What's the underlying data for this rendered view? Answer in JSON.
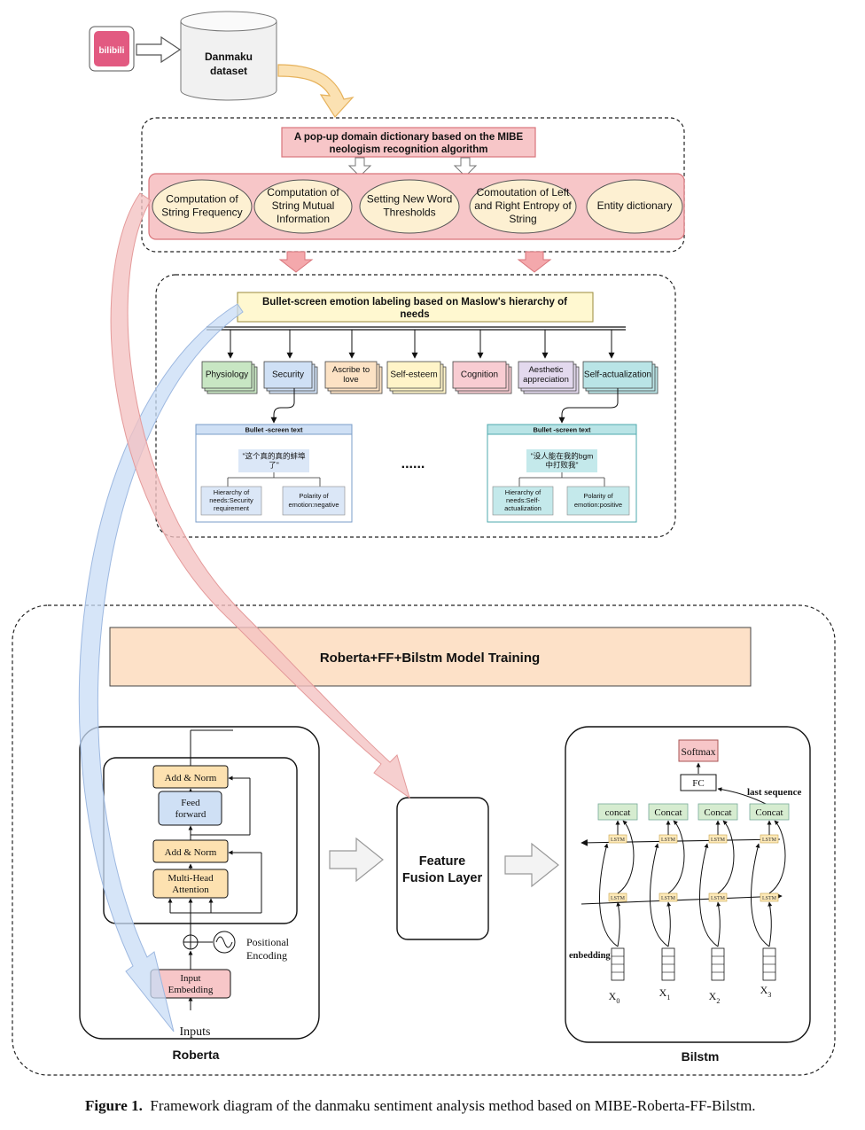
{
  "source": {
    "logo_text": "bilibili",
    "dataset_line1": "Danmaku",
    "dataset_line2": "dataset"
  },
  "mibe": {
    "title_line1": "A pop-up domain dictionary based on the MIBE",
    "title_line2": "neologism recognition algorithm",
    "steps": [
      {
        "lines": [
          "Computation of",
          "String Frequency"
        ]
      },
      {
        "lines": [
          "Computation of",
          "String Mutual",
          "Information"
        ]
      },
      {
        "lines": [
          "Setting New Word",
          "Thresholds"
        ]
      },
      {
        "lines": [
          "Comoutation of Left",
          "and Right Entropy of",
          "String"
        ]
      },
      {
        "lines": [
          "Entity dictionary"
        ]
      }
    ]
  },
  "labeling": {
    "title_line1": "Bullet-screen emotion labeling based on Maslow's hierarchy of",
    "title_line2": "needs",
    "needs": [
      {
        "lines": [
          "Physiology"
        ],
        "color": "#c8e6c3"
      },
      {
        "lines": [
          "Security"
        ],
        "color": "#cfe0f5"
      },
      {
        "lines": [
          "Ascribe to",
          "love"
        ],
        "color": "#fce2c4"
      },
      {
        "lines": [
          "Self-esteem"
        ],
        "color": "#fff4c8"
      },
      {
        "lines": [
          "Cognition"
        ],
        "color": "#f8ccd2"
      },
      {
        "lines": [
          "Aesthetic",
          "appreciation"
        ],
        "color": "#e3d9ee"
      },
      {
        "lines": [
          "Self-actualization"
        ],
        "color": "#b9e4e6"
      }
    ],
    "ellipsis": "......",
    "example_left": {
      "header": "Bullet -screen text",
      "text_lines": [
        "\"这个真的真的蚌埠",
        "了\""
      ],
      "left_lines": [
        "Hierarchy of",
        "needs:Security",
        "requirement"
      ],
      "right_lines": [
        "Polarity of",
        "emotion:negative"
      ]
    },
    "example_right": {
      "header": "Bullet -screen text",
      "text_lines": [
        "\"没人能在我的bgm",
        "中打败我\""
      ],
      "left_lines": [
        "Hierarchy of",
        "needs:Self-",
        "actualization"
      ],
      "right_lines": [
        "Polarity of",
        "emotion:positive"
      ]
    }
  },
  "training": {
    "banner": "Roberta+FF+Bilstm Model Training",
    "roberta": {
      "label": "Roberta",
      "add_norm": "Add & Norm",
      "feed_forward": [
        "Feed",
        "forward"
      ],
      "attention": [
        "Multi-Head",
        "Attention"
      ],
      "positional": [
        "Positional",
        "Encoding"
      ],
      "input_embedding": [
        "Input",
        "Embedding"
      ],
      "inputs": "Inputs"
    },
    "fusion": {
      "lines": [
        "Feature",
        "Fusion Layer"
      ]
    },
    "bilstm": {
      "label": "Bilstm",
      "softmax": "Softmax",
      "fc": "FC",
      "last_sequence": "last sequence",
      "concat_labels": [
        "concat",
        "Concat",
        "Concat",
        "Concat"
      ],
      "lstm_label": "LSTM",
      "embedding_label": "enbedding",
      "x_labels": [
        "X",
        "X",
        "X",
        "X"
      ],
      "x_subscripts": [
        "0",
        "1",
        "2",
        "3"
      ]
    }
  },
  "caption": {
    "label": "Figure 1.",
    "text": "Framework diagram of the danmaku sentiment analysis method based on MIBE-Roberta-FF-Bilstm."
  },
  "colors": {
    "pink_fill": "#f7c6c8",
    "pink_stroke": "#d9757b",
    "ellipse_fill": "#fdf0d2",
    "yellow_fill": "#fff8d0",
    "banner_fill": "#fde1c8",
    "blue_arrow": "#c8dcf5",
    "red_arrow": "#f4c2c2"
  }
}
